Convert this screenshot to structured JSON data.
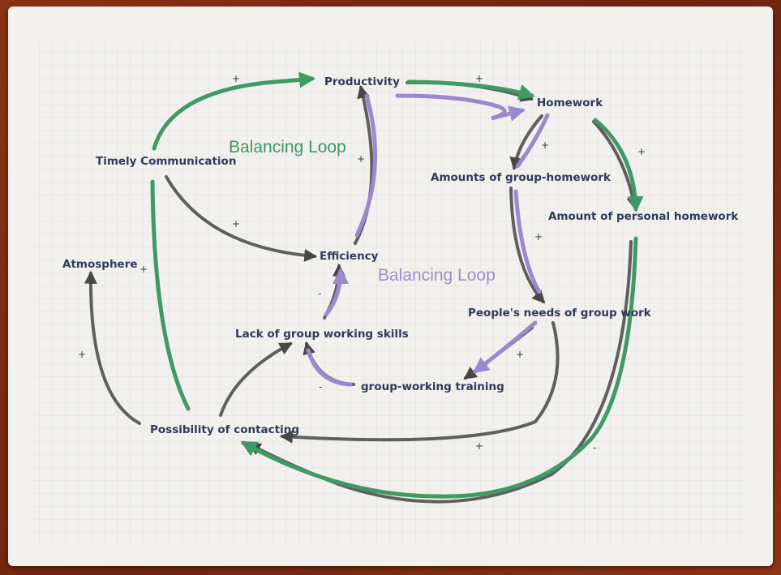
{
  "nodes": {
    "productivity": "Productivity",
    "homework": "Homework",
    "timely_communication": "Timely Communication",
    "amounts_group_homework": "Amounts of group-homework",
    "amount_personal_homework": "Amount of personal homework",
    "efficiency": "Efficiency",
    "atmosphere": "Atmosphere",
    "lack_group_skills": "Lack of group working skills",
    "peoples_needs": "People's needs of group work",
    "group_training": "group-working training",
    "possibility_contacting": "Possibility of contacting"
  },
  "loops": {
    "green": "Balancing Loop",
    "purple": "Balancing Loop"
  },
  "signs": {
    "tc_prod": "+",
    "prod_hw": "+",
    "hw_amounts": "+",
    "hw_personal": "+",
    "eff_prod": "+",
    "tc_eff": "+",
    "tc_poss": "+",
    "poss_atm": "+",
    "lack_eff": "-",
    "amounts_needs": "+",
    "needs_training": "+",
    "training_lack": "-",
    "needs_poss": "+",
    "personal_poss": "-"
  },
  "colors": {
    "arrow": "#5f5f5f",
    "green_loop": "#3f9a63",
    "purple_loop": "#9d87cf",
    "node_text": "#2f3a5c",
    "frame": "#7a2a10",
    "board": "#f3f1ed"
  }
}
